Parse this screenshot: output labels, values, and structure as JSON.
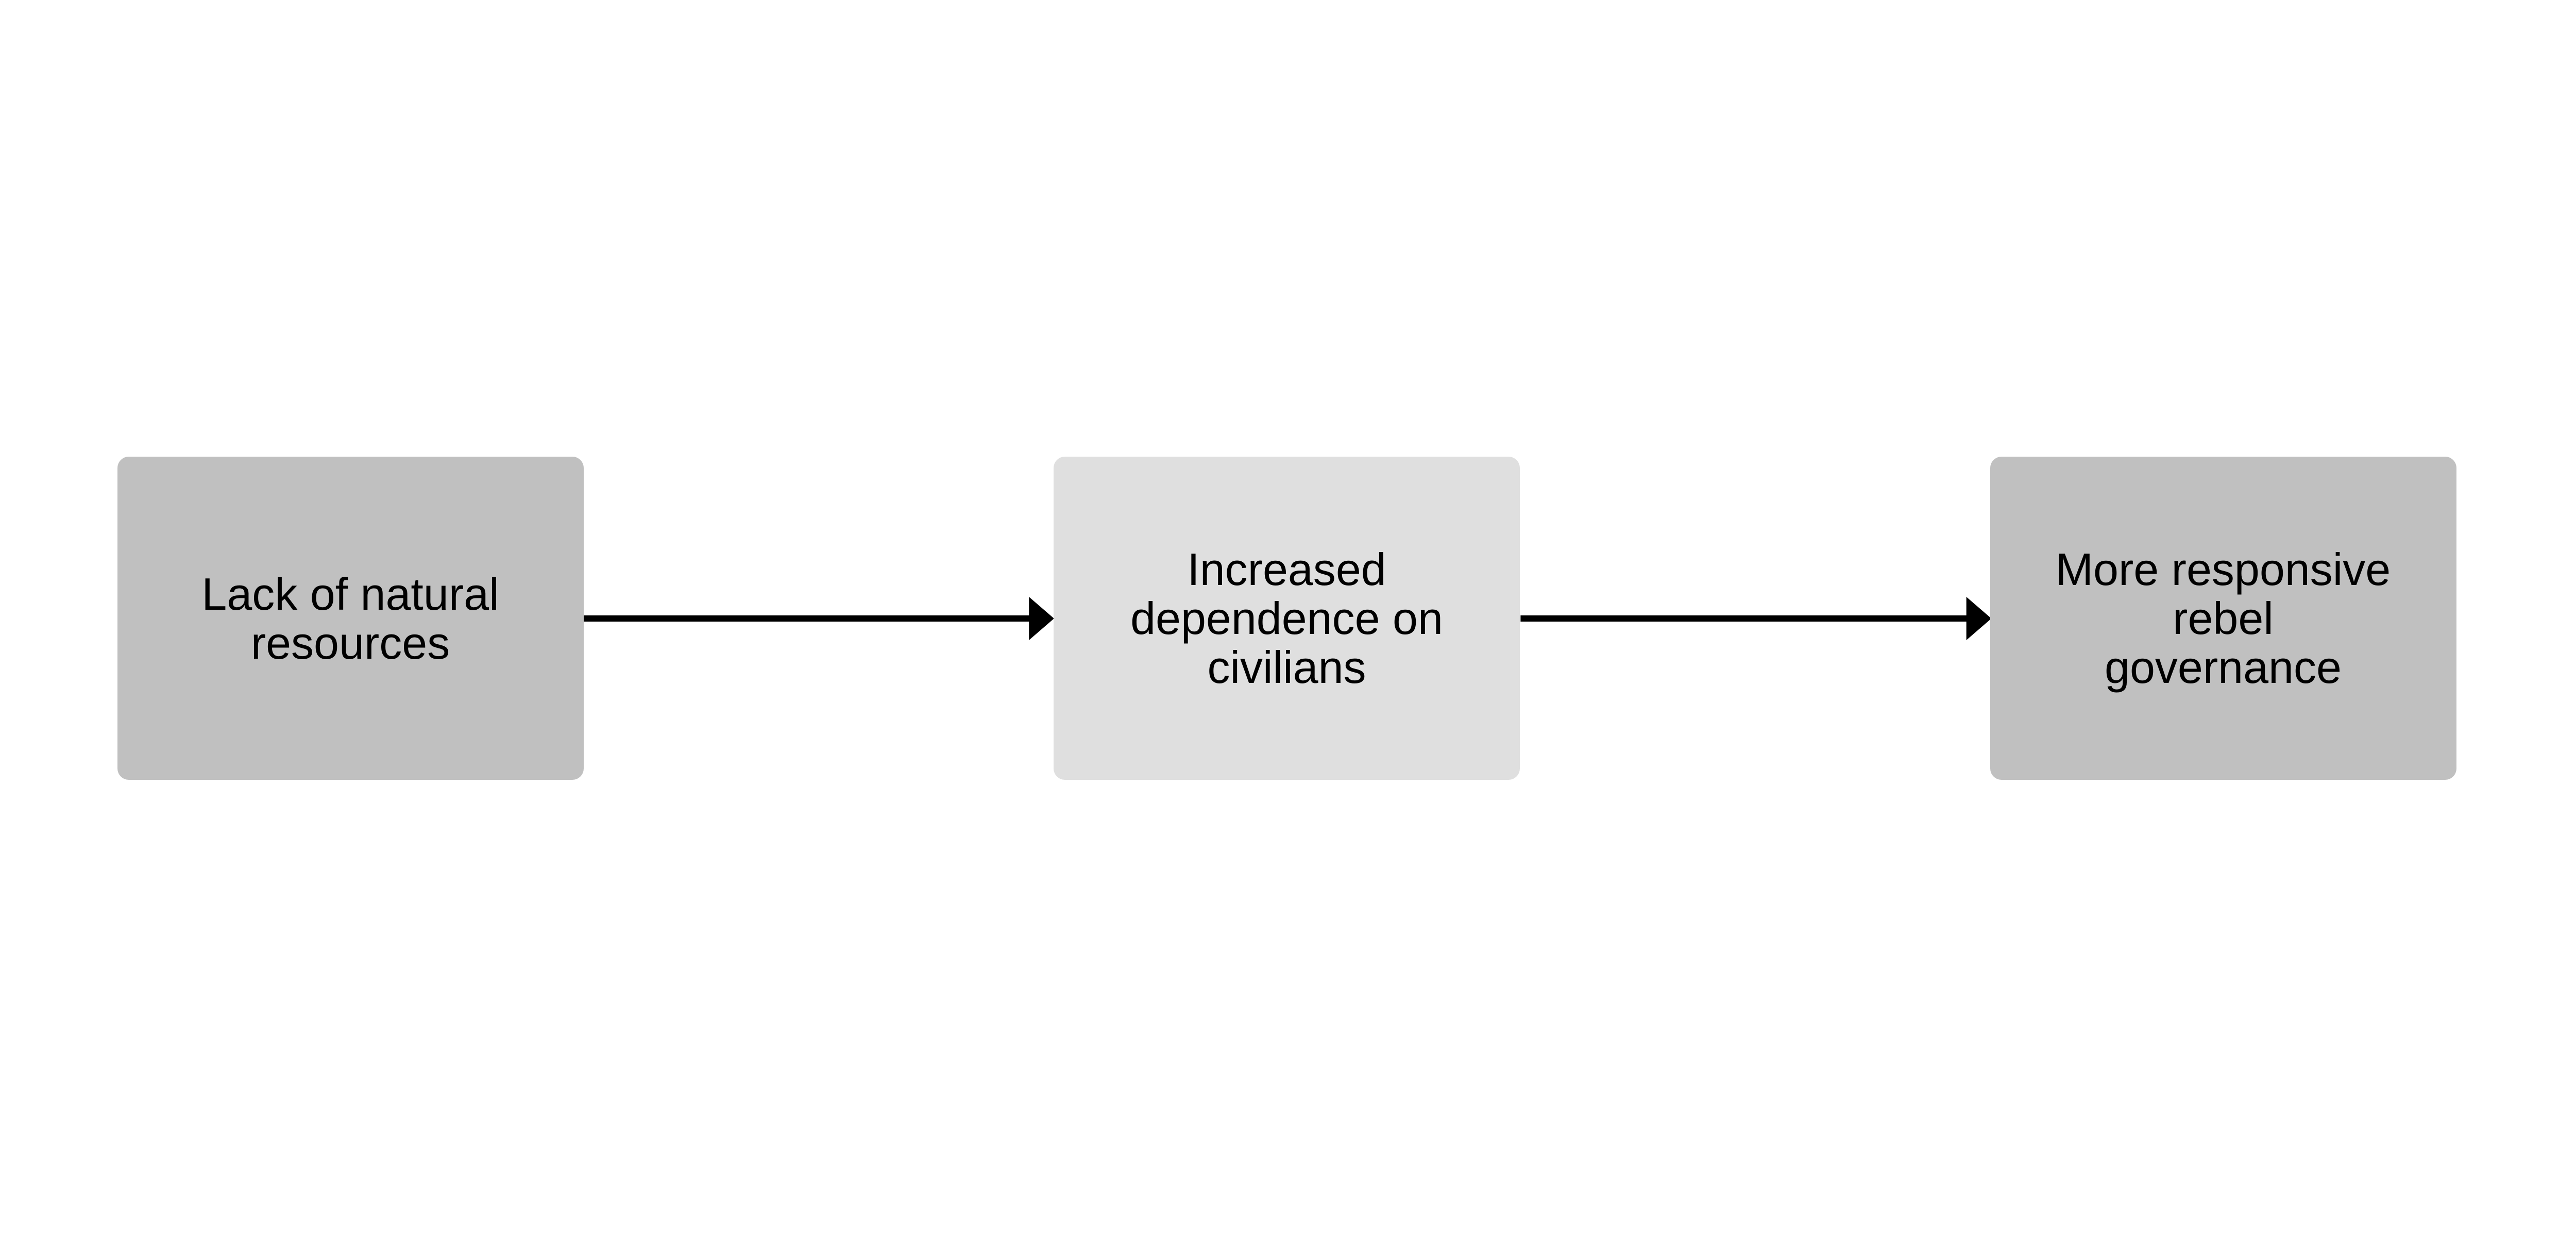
{
  "nodes": [
    {
      "label": "Lack of natural\nresources",
      "color": "#c0c0c0"
    },
    {
      "label": "Increased\ndependence on\ncivilians",
      "color": "#dfdfdf"
    },
    {
      "label": "More responsive\nrebel\ngovernance",
      "color": "#c0c0c0"
    }
  ],
  "edges": [
    {
      "from": 0,
      "to": 1
    },
    {
      "from": 1,
      "to": 2
    }
  ]
}
